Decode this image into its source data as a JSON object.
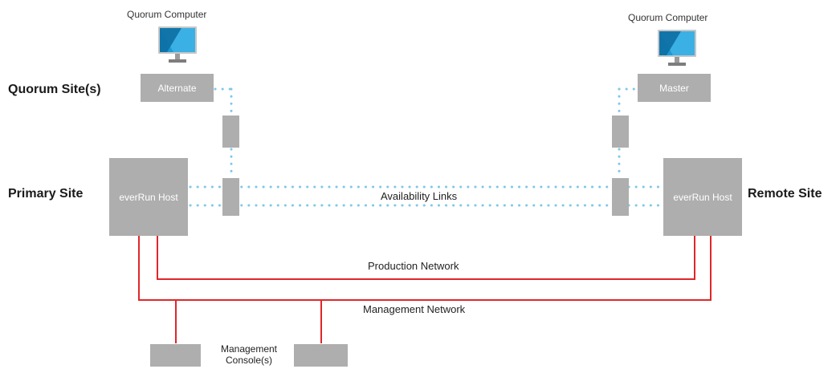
{
  "quorum_computer_left": {
    "label": "Quorum Computer"
  },
  "quorum_computer_right": {
    "label": "Quorum Computer"
  },
  "sites": {
    "quorum": "Quorum Site(s)",
    "primary": "Primary Site",
    "remote": "Remote Site"
  },
  "boxes": {
    "alternate": "Alternate",
    "master": "Master",
    "host_left": "everRun Host",
    "host_right": "everRun Host"
  },
  "links": {
    "availability": "Availability Links",
    "production": "Production Network",
    "management": "Management Network"
  },
  "console": {
    "label": "Management\nConsole(s)"
  },
  "colors": {
    "box": "#aeaeae",
    "availability_link": "#7fc8e6",
    "network_line": "#e0262b",
    "monitor_screen": "#1b9ad6"
  },
  "icons": [
    "computer-monitor-icon",
    "computer-monitor-icon"
  ]
}
